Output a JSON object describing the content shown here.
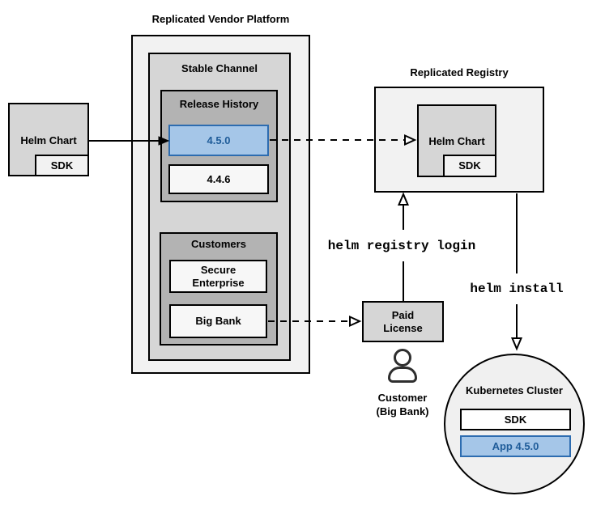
{
  "diagram": {
    "source_chart": {
      "title": "Helm Chart",
      "sdk": "SDK"
    },
    "platform": {
      "title": "Replicated Vendor Platform",
      "stable_channel": {
        "title": "Stable Channel",
        "release_history": {
          "title": "Release History",
          "current_release": "4.5.0",
          "previous_release": "4.4.6"
        },
        "customers": {
          "title": "Customers",
          "customer1": "Secure Enterprise",
          "customer2": "Big Bank"
        }
      }
    },
    "registry": {
      "title": "Replicated Registry",
      "helm_chart": "Helm Chart",
      "sdk": "SDK"
    },
    "paid_license": {
      "line1": "Paid",
      "line2": "License"
    },
    "customer_person": {
      "line1": "Customer",
      "line2": "(Big Bank)"
    },
    "cluster": {
      "title": "Kubernetes Cluster",
      "sdk": "SDK",
      "app": "App 4.5.0"
    },
    "commands": {
      "registry_login": "helm registry login",
      "install": "helm install"
    },
    "colors": {
      "container_lightest": "#f2f2f2",
      "container_light": "#d6d6d6",
      "container_mid": "#b3b3b3",
      "item_white": "#f7f7f7",
      "highlight_fill": "#a5c6e8",
      "highlight_border": "#2d6cb0",
      "highlight_text": "#1f5c99",
      "line": "#000000"
    }
  }
}
